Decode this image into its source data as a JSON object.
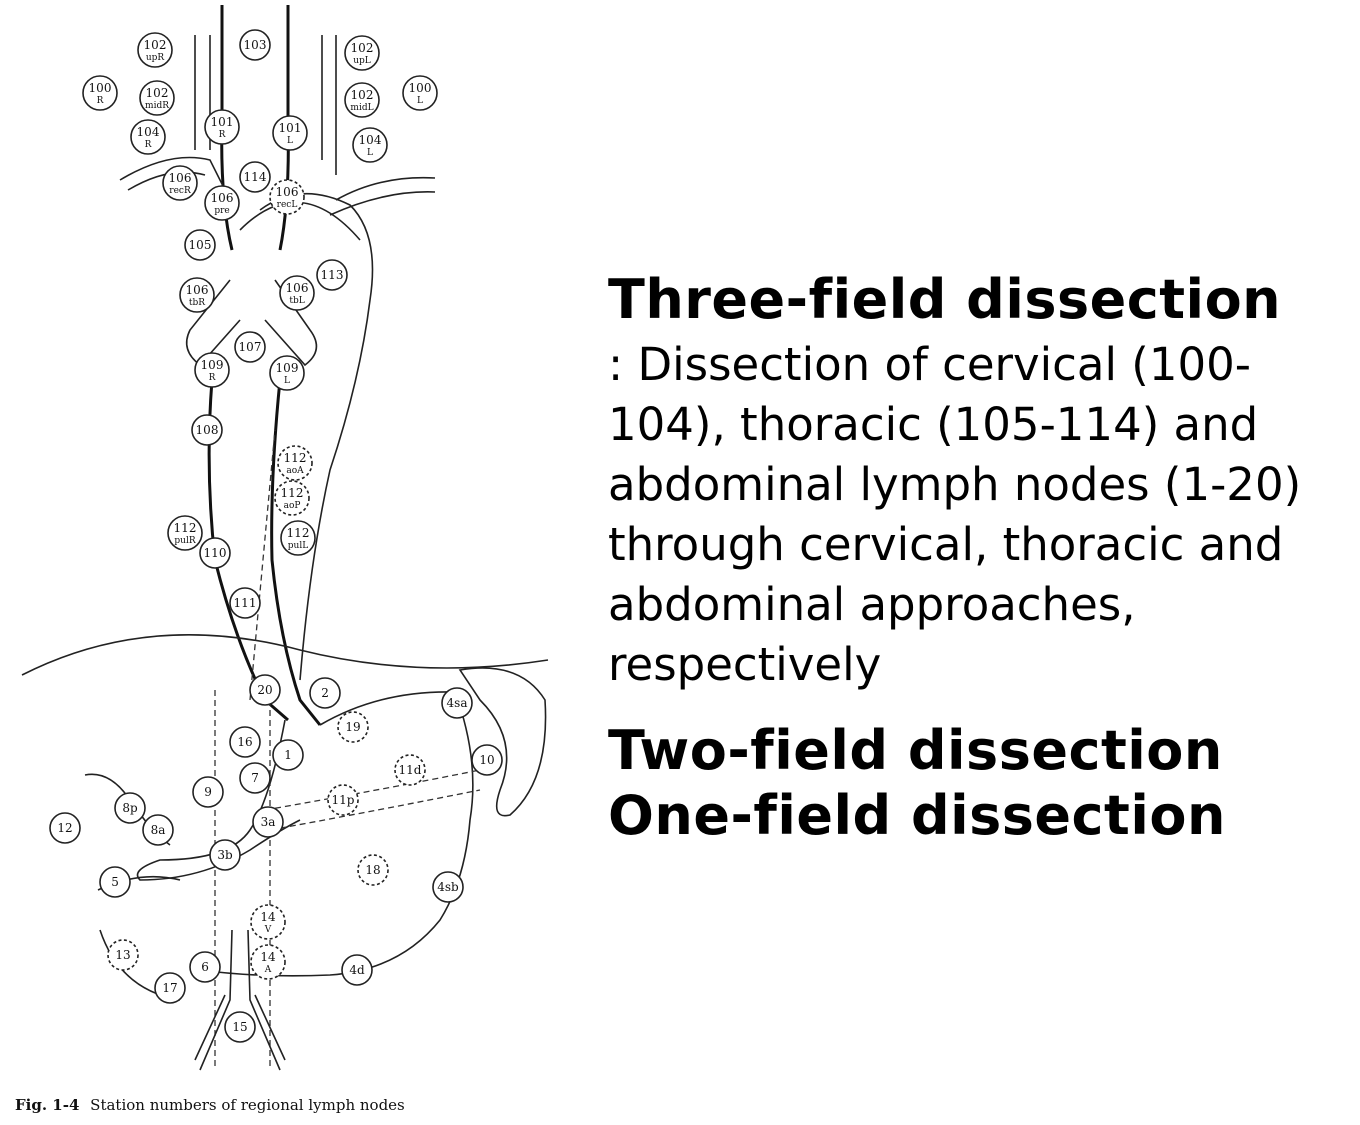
{
  "caption": {
    "fig_label": "Fig. 1-4",
    "text": "Station numbers of regional lymph nodes"
  },
  "panel": {
    "three_field": {
      "title": "Three-field dissection",
      "description": ": Dissection of cervical (100-104), thoracic (105-114) and abdominal lymph nodes (1-20) through cervical, thoracic and abdominal approaches, respectively"
    },
    "two_field": {
      "title": "Two-field dissection"
    },
    "one_field": {
      "title": "One-field dissection"
    }
  },
  "nodes": [
    {
      "id": "102upR",
      "label": "102",
      "sub": "upR",
      "dashed": false
    },
    {
      "id": "103",
      "label": "103",
      "sub": "",
      "dashed": false
    },
    {
      "id": "102upL",
      "label": "102",
      "sub": "upL",
      "dashed": false
    },
    {
      "id": "100R",
      "label": "100",
      "sub": "R",
      "dashed": false
    },
    {
      "id": "102midR",
      "label": "102",
      "sub": "midR",
      "dashed": false
    },
    {
      "id": "102midL",
      "label": "102",
      "sub": "midL",
      "dashed": false
    },
    {
      "id": "100L",
      "label": "100",
      "sub": "L",
      "dashed": false
    },
    {
      "id": "104R",
      "label": "104",
      "sub": "R",
      "dashed": false
    },
    {
      "id": "101R",
      "label": "101",
      "sub": "R",
      "dashed": false
    },
    {
      "id": "101L",
      "label": "101",
      "sub": "L",
      "dashed": false
    },
    {
      "id": "104L",
      "label": "104",
      "sub": "L",
      "dashed": false
    },
    {
      "id": "106recR",
      "label": "106",
      "sub": "recR",
      "dashed": false
    },
    {
      "id": "114",
      "label": "114",
      "sub": "",
      "dashed": false
    },
    {
      "id": "106recL",
      "label": "106",
      "sub": "recL",
      "dashed": true
    },
    {
      "id": "106pre",
      "label": "106",
      "sub": "pre",
      "dashed": false
    },
    {
      "id": "105",
      "label": "105",
      "sub": "",
      "dashed": false
    },
    {
      "id": "113",
      "label": "113",
      "sub": "",
      "dashed": false
    },
    {
      "id": "106tbR",
      "label": "106",
      "sub": "tbR",
      "dashed": false
    },
    {
      "id": "106tbL",
      "label": "106",
      "sub": "tbL",
      "dashed": false
    },
    {
      "id": "107",
      "label": "107",
      "sub": "",
      "dashed": false
    },
    {
      "id": "109R",
      "label": "109",
      "sub": "R",
      "dashed": false
    },
    {
      "id": "109L",
      "label": "109",
      "sub": "L",
      "dashed": false
    },
    {
      "id": "108",
      "label": "108",
      "sub": "",
      "dashed": false
    },
    {
      "id": "112aoA",
      "label": "112",
      "sub": "aoA",
      "dashed": true
    },
    {
      "id": "112aoP",
      "label": "112",
      "sub": "aoP",
      "dashed": true
    },
    {
      "id": "112pulR",
      "label": "112",
      "sub": "pulR",
      "dashed": false
    },
    {
      "id": "112pulL",
      "label": "112",
      "sub": "pulL",
      "dashed": false
    },
    {
      "id": "110",
      "label": "110",
      "sub": "",
      "dashed": false
    },
    {
      "id": "111",
      "label": "111",
      "sub": "",
      "dashed": false
    },
    {
      "id": "20",
      "label": "20",
      "sub": "",
      "dashed": false
    },
    {
      "id": "2",
      "label": "2",
      "sub": "",
      "dashed": false
    },
    {
      "id": "4sa",
      "label": "4sa",
      "sub": "",
      "dashed": false
    },
    {
      "id": "19",
      "label": "19",
      "sub": "",
      "dashed": true
    },
    {
      "id": "16",
      "label": "16",
      "sub": "",
      "dashed": false
    },
    {
      "id": "1",
      "label": "1",
      "sub": "",
      "dashed": false
    },
    {
      "id": "11d",
      "label": "11d",
      "sub": "",
      "dashed": true
    },
    {
      "id": "10",
      "label": "10",
      "sub": "",
      "dashed": false
    },
    {
      "id": "7",
      "label": "7",
      "sub": "",
      "dashed": false
    },
    {
      "id": "9",
      "label": "9",
      "sub": "",
      "dashed": false
    },
    {
      "id": "8p",
      "label": "8p",
      "sub": "",
      "dashed": false
    },
    {
      "id": "11p",
      "label": "11p",
      "sub": "",
      "dashed": true
    },
    {
      "id": "12",
      "label": "12",
      "sub": "",
      "dashed": false
    },
    {
      "id": "8a",
      "label": "8a",
      "sub": "",
      "dashed": false
    },
    {
      "id": "3a",
      "label": "3a",
      "sub": "",
      "dashed": false
    },
    {
      "id": "3b",
      "label": "3b",
      "sub": "",
      "dashed": false
    },
    {
      "id": "18",
      "label": "18",
      "sub": "",
      "dashed": true
    },
    {
      "id": "5",
      "label": "5",
      "sub": "",
      "dashed": false
    },
    {
      "id": "4sb",
      "label": "4sb",
      "sub": "",
      "dashed": false
    },
    {
      "id": "14V",
      "label": "14",
      "sub": "V",
      "dashed": true
    },
    {
      "id": "13",
      "label": "13",
      "sub": "",
      "dashed": true
    },
    {
      "id": "14A",
      "label": "14",
      "sub": "A",
      "dashed": true
    },
    {
      "id": "6",
      "label": "6",
      "sub": "",
      "dashed": false
    },
    {
      "id": "4d",
      "label": "4d",
      "sub": "",
      "dashed": false
    },
    {
      "id": "17",
      "label": "17",
      "sub": "",
      "dashed": false
    },
    {
      "id": "15",
      "label": "15",
      "sub": "",
      "dashed": false
    }
  ]
}
